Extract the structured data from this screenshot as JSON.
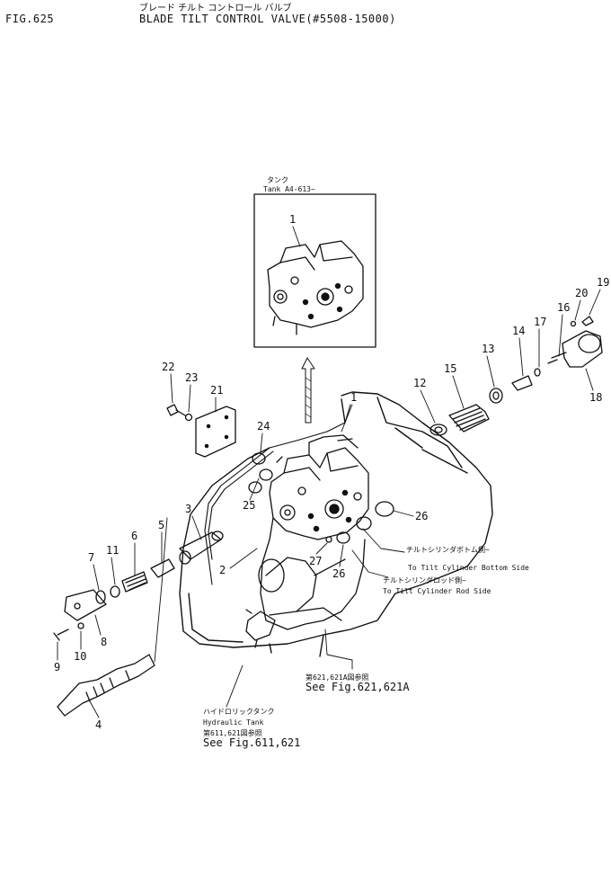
{
  "header": {
    "fig_number": "FIG.625",
    "title_jp": "ブレード チルト コントロール バルブ",
    "title_en": "BLADE TILT CONTROL VALVE(#5508-15000)"
  },
  "inset": {
    "label_jp": "タンク",
    "label_en": "Tank A4-613~",
    "part": "1"
  },
  "callouts": [
    "1",
    "2",
    "3",
    "4",
    "5",
    "6",
    "7",
    "8",
    "9",
    "10",
    "11",
    "12",
    "13",
    "14",
    "15",
    "16",
    "17",
    "18",
    "19",
    "20",
    "21",
    "22",
    "23",
    "24",
    "25",
    "26",
    "26",
    "27"
  ],
  "notes": [
    {
      "jp": "チルトシリンダボトム側~",
      "en": "To Tilt Cylinder Bottom Side"
    },
    {
      "jp": "チルトシリンダロッド側~",
      "en": "To Tilt Cylinder Rod Side"
    },
    {
      "ref": "第621,621A図参照",
      "en": "See Fig.621,621A"
    },
    {
      "jp": "ハイドロリックタンク",
      "en": "Hydraulic Tank",
      "ref": "第611,621図参照",
      "see": "See Fig.611,621"
    }
  ]
}
